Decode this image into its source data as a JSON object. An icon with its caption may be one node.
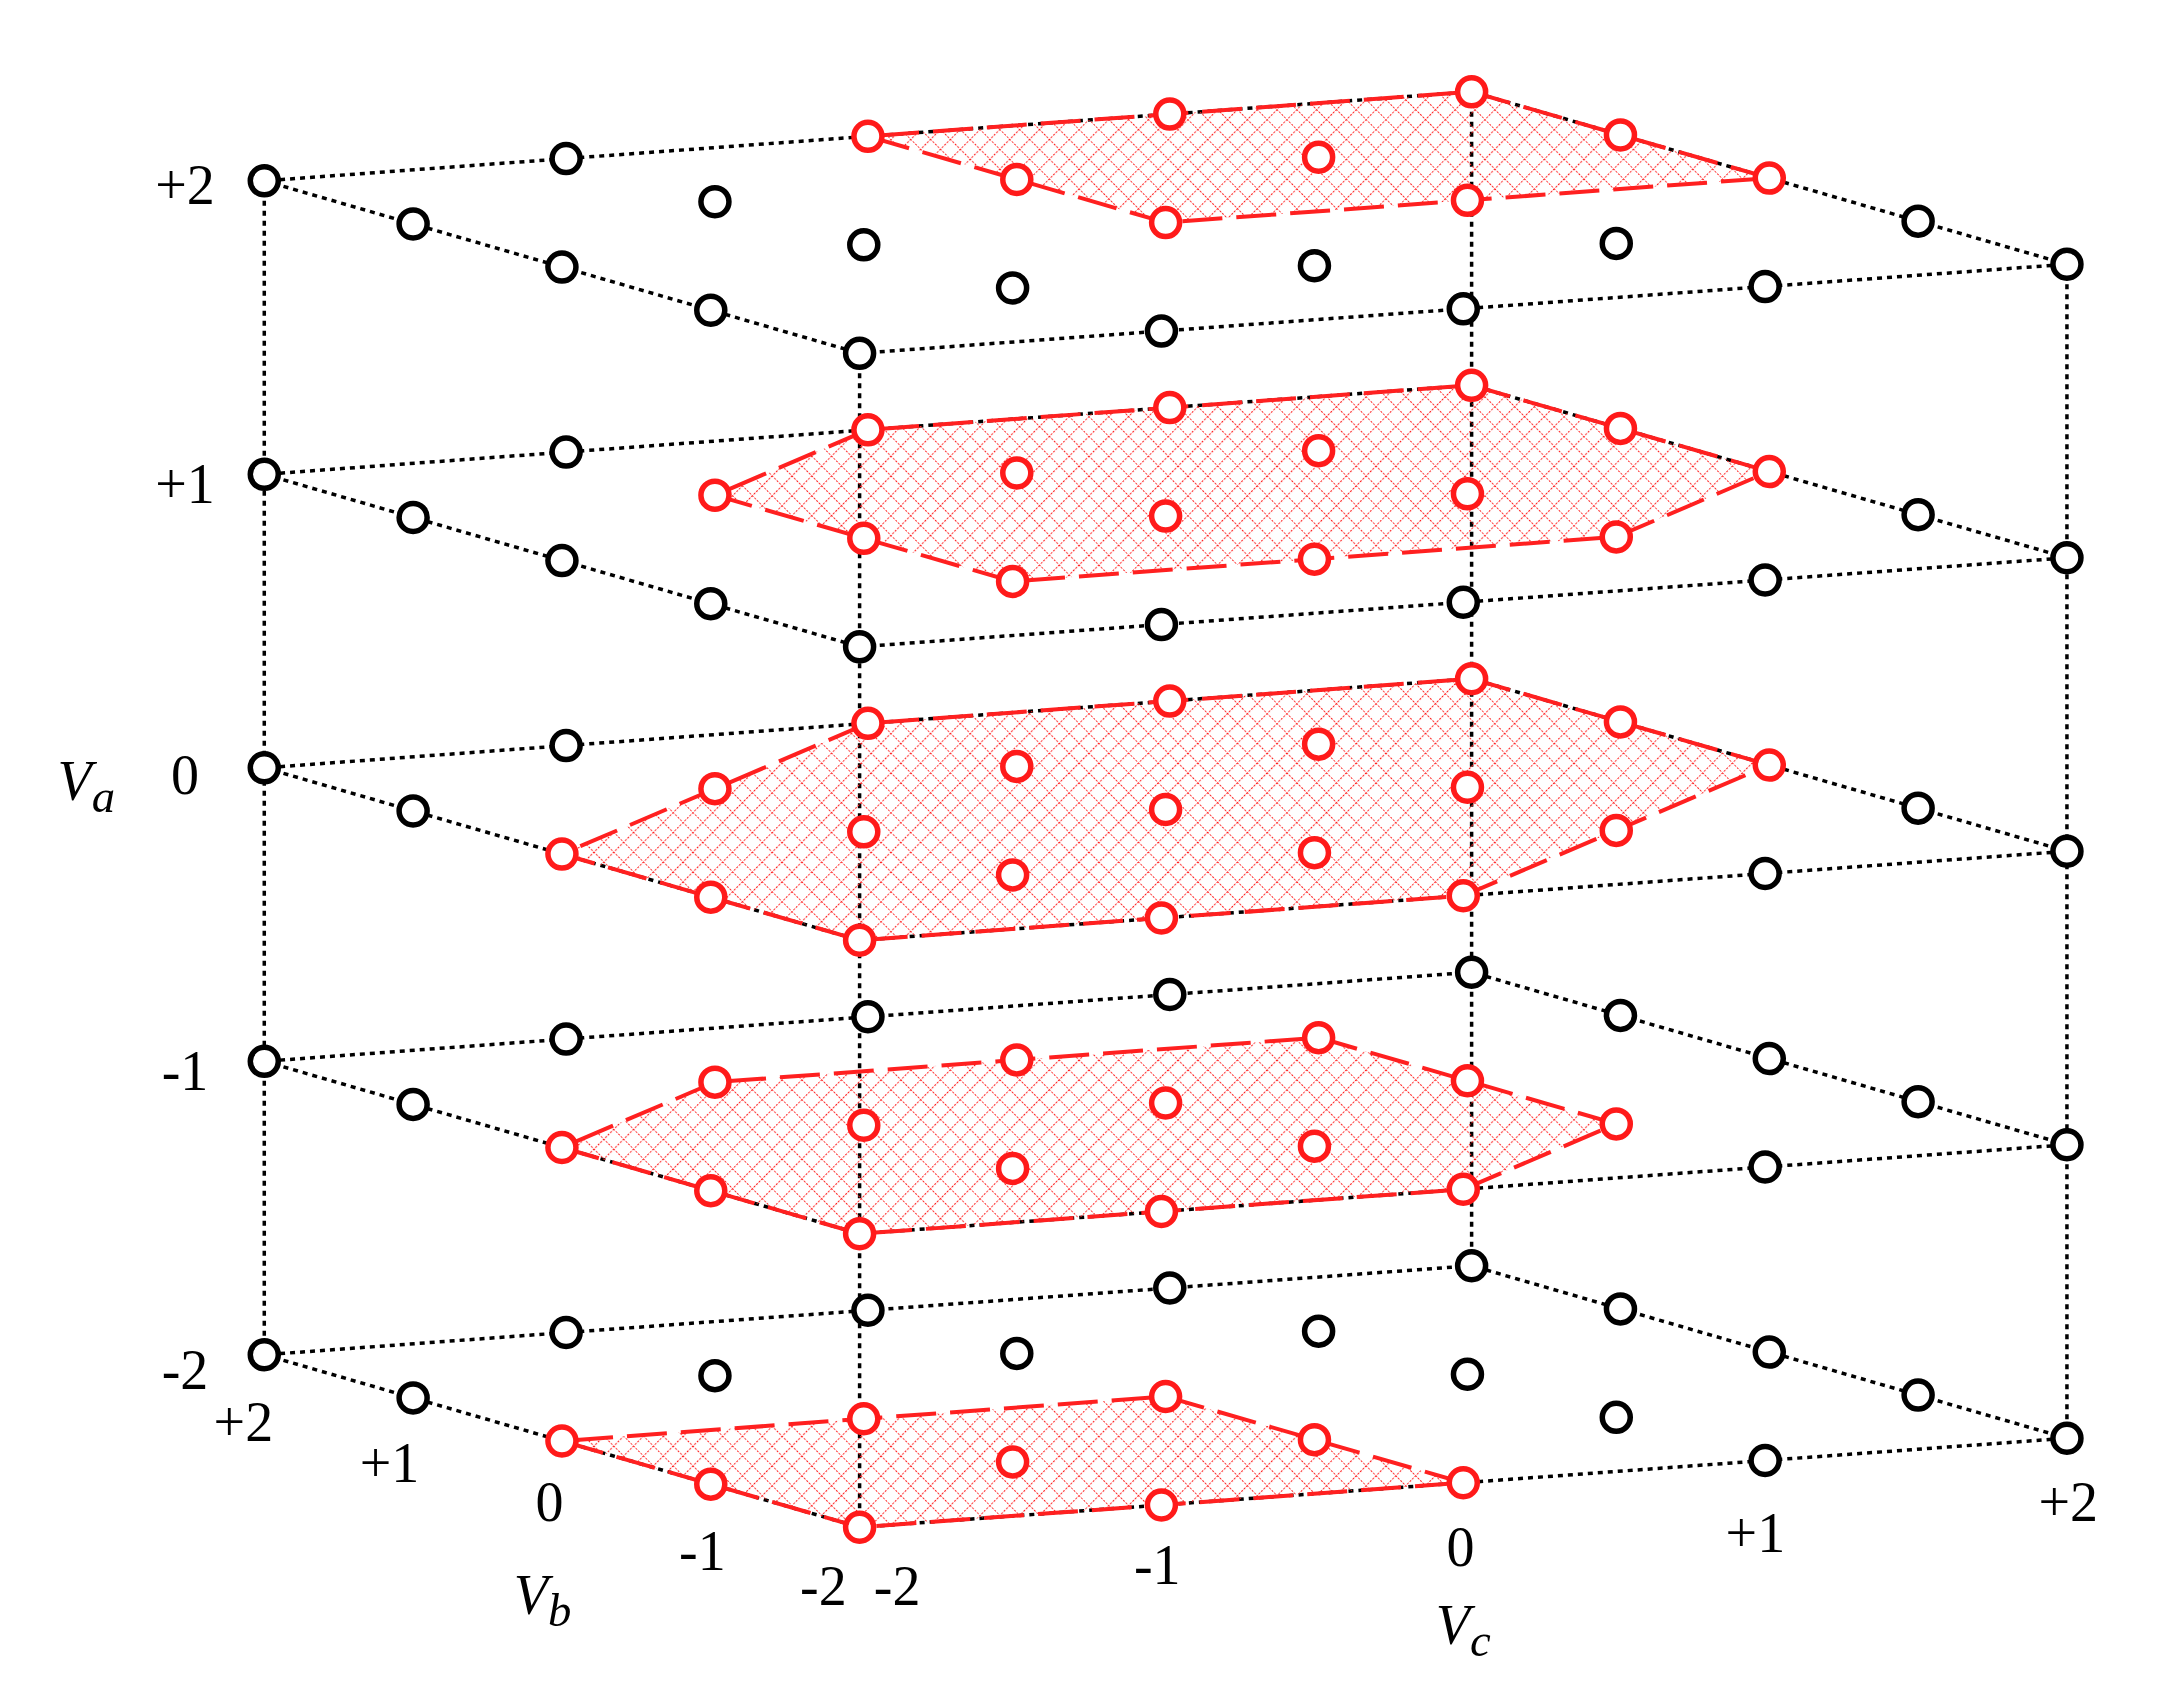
{
  "diagram": {
    "labels": [
      "+2",
      "+1",
      "V$_{a}$",
      "0",
      "-1",
      "-2",
      "+2",
      "+1",
      "0",
      "-1",
      "V$_{b}$",
      "-2",
      "-2",
      "-1",
      "0",
      "+1",
      "+2",
      "V$_{c}$"
    ]
  }
}
